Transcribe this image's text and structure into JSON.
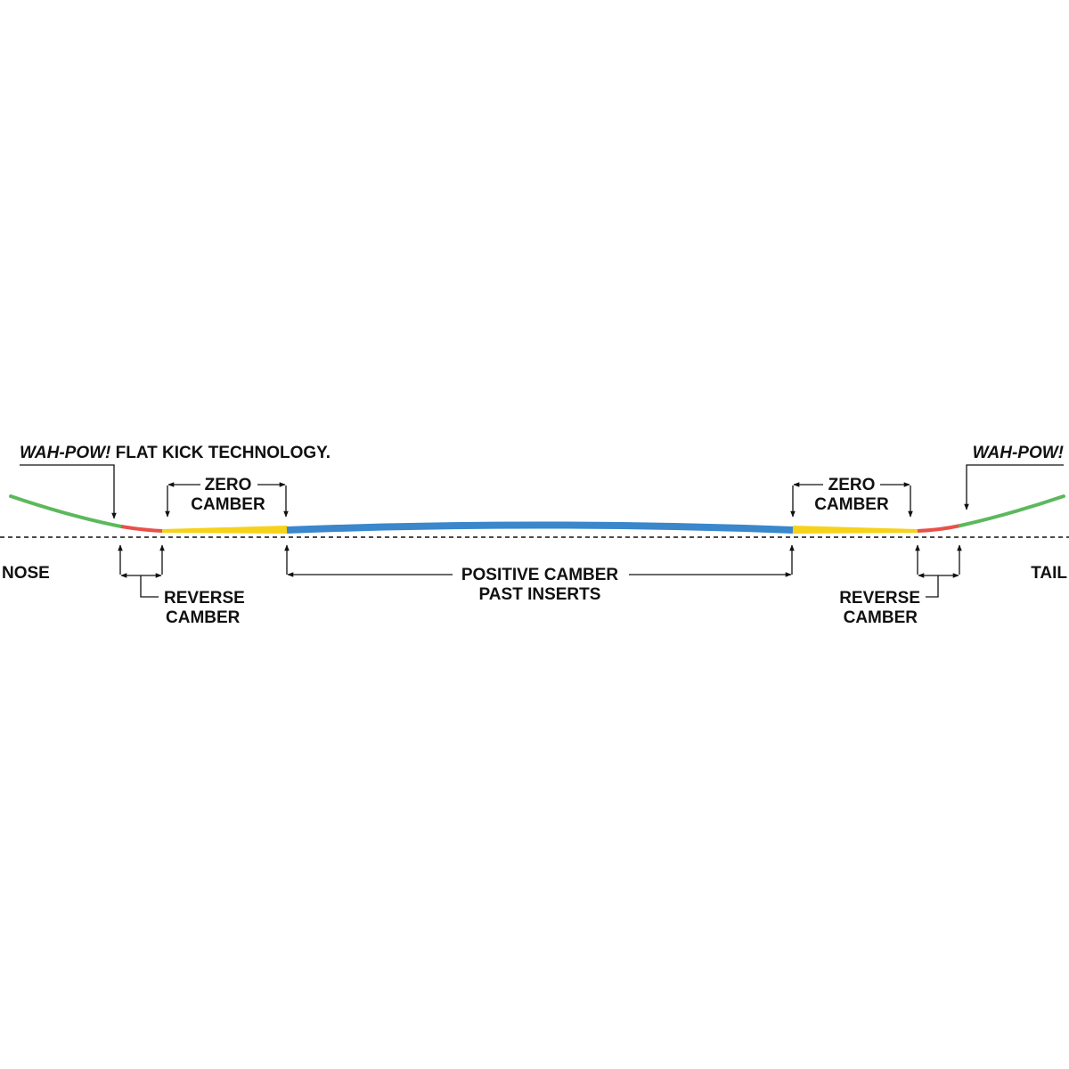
{
  "colors": {
    "tip": "#5cb85c",
    "reverse_camber": "#e8514a",
    "zero_camber": "#f7d21a",
    "positive_camber": "#3a87cc",
    "ink": "#111111"
  },
  "labels": {
    "nose": "NOSE",
    "tail": "TAIL",
    "wah_pow_left": "WAH-POW!",
    "flat_kick": " FLAT KICK TECHNOLOGY.",
    "wah_pow_right": "WAH-POW!",
    "zero_left_1": "ZERO",
    "zero_left_2": "CAMBER",
    "zero_right_1": "ZERO",
    "zero_right_2": "CAMBER",
    "reverse_left_1": "REVERSE",
    "reverse_left_2": "CAMBER",
    "reverse_right_1": "REVERSE",
    "reverse_right_2": "CAMBER",
    "positive_1": "POSITIVE CAMBER",
    "positive_2": "PAST INSERTS"
  }
}
